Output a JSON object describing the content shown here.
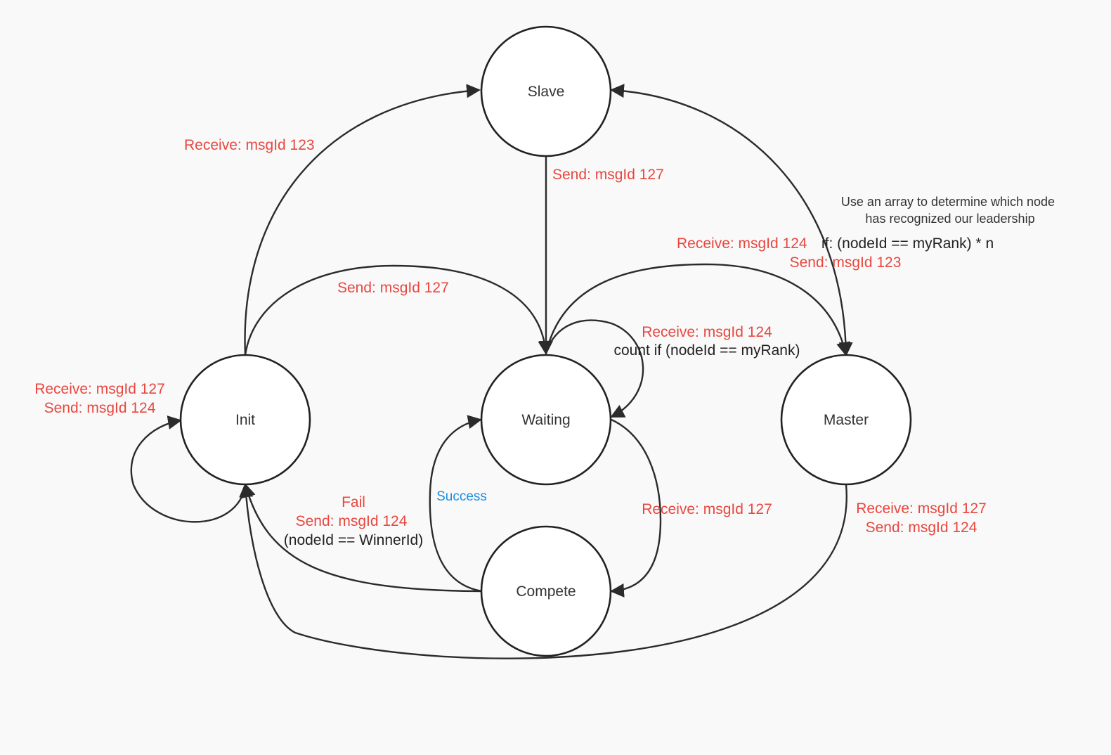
{
  "states": {
    "slave": "Slave",
    "init": "Init",
    "waiting": "Waiting",
    "master": "Master",
    "compete": "Compete"
  },
  "edges": {
    "init_to_slave": "Receive: msgId 123",
    "slave_to_waiting": "Send: msgId 127",
    "init_to_waiting": "Send: msgId 127",
    "init_self_line1": "Receive: msgId 127",
    "init_self_line2": "Send: msgId 124",
    "waiting_to_master_line1": "Receive: msgId 124",
    "waiting_to_master_cond": "if: (nodeId == myRank) * n",
    "waiting_to_master_line2": "Send: msgId 123",
    "waiting_self_line1": "Receive: msgId 124",
    "waiting_self_line2": "count if (nodeId == myRank)",
    "waiting_to_compete": "Receive: msgId 127",
    "compete_to_waiting": "Success",
    "compete_to_init_line1": "Fail",
    "compete_to_init_line2": "Send: msgId 124",
    "compete_to_init_line3": "(nodeId == WinnerId)",
    "master_to_init_line1": "Receive: msgId 127",
    "master_to_init_line2": "Send: msgId 124"
  },
  "note": {
    "line1": "Use an array to determine which node",
    "line2": "has recognized our leadership"
  },
  "colors": {
    "background": "#f9f9f9",
    "edge": "#2b2b2b",
    "label_red": "#e8473f",
    "label_blue": "#1e8fe0",
    "label_dark": "#222222"
  }
}
